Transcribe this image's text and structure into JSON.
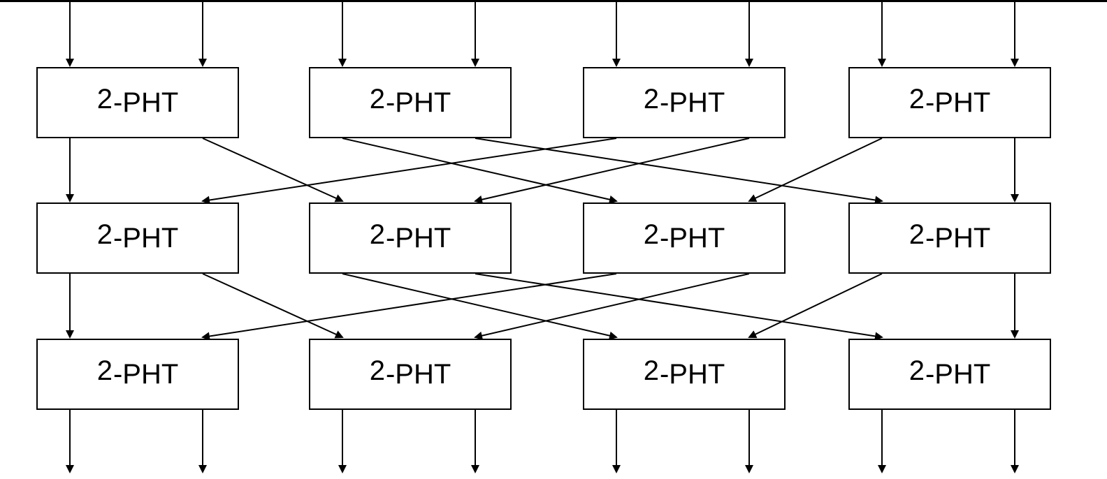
{
  "diagram": {
    "block_label": "2-PHT",
    "block_label_parts": {
      "left": "2",
      "right": "-PHT"
    },
    "rows": 3,
    "columns": 4,
    "stroke_color": "#000000",
    "background": "#ffffff",
    "blocks": [
      {
        "row": 0,
        "col": 0,
        "label": "2-PHT"
      },
      {
        "row": 0,
        "col": 1,
        "label": "2-PHT"
      },
      {
        "row": 0,
        "col": 2,
        "label": "2-PHT"
      },
      {
        "row": 0,
        "col": 3,
        "label": "2-PHT"
      },
      {
        "row": 1,
        "col": 0,
        "label": "2-PHT"
      },
      {
        "row": 1,
        "col": 1,
        "label": "2-PHT"
      },
      {
        "row": 1,
        "col": 2,
        "label": "2-PHT"
      },
      {
        "row": 1,
        "col": 3,
        "label": "2-PHT"
      },
      {
        "row": 2,
        "col": 0,
        "label": "2-PHT"
      },
      {
        "row": 2,
        "col": 1,
        "label": "2-PHT"
      },
      {
        "row": 2,
        "col": 2,
        "label": "2-PHT"
      },
      {
        "row": 2,
        "col": 3,
        "label": "2-PHT"
      }
    ],
    "stage_connections": [
      [
        0,
        0
      ],
      [
        0,
        2
      ],
      [
        1,
        4
      ],
      [
        1,
        6
      ],
      [
        2,
        1
      ],
      [
        2,
        3
      ],
      [
        3,
        5
      ],
      [
        3,
        7
      ]
    ]
  }
}
